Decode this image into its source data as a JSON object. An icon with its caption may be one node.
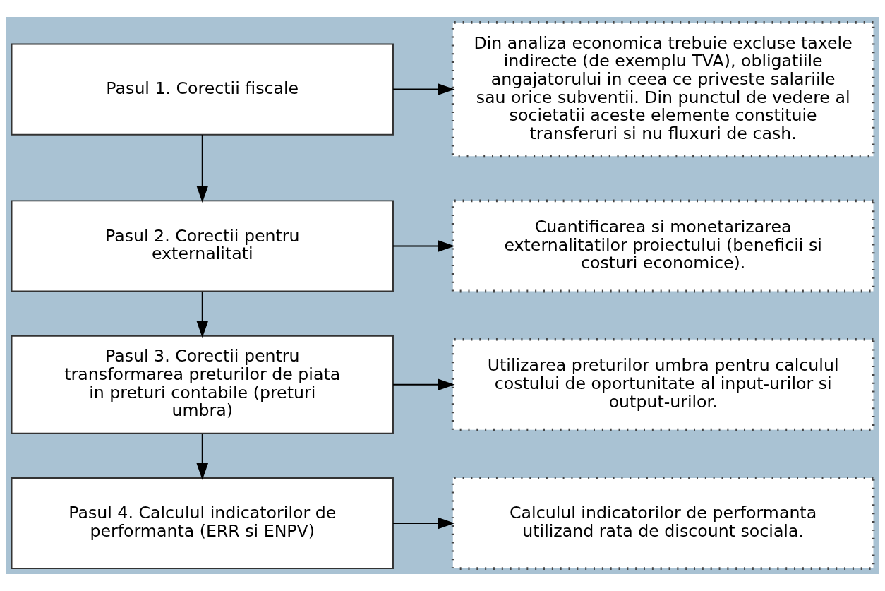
{
  "diagram": {
    "nodes": [
      {
        "text": [
          "Pasul 1. Corectii fiscale"
        ]
      },
      {
        "text": [
          "Din analiza economica trebuie excluse taxele indirecte (de exemplu TVA), obligatiile angajatorului in ceea ce priveste salariile sau orice subventii. Din punctul de vedere al societatii aceste elemente constituie transferuri si nu fluxuri de cash."
        ]
      },
      {
        "text": [
          "Pasul 2. Corectii pentru externalitati"
        ]
      },
      {
        "text": [
          "Cuantificarea si monetarizarea externalitatilor proiectului (beneficii si costuri economice)."
        ]
      },
      {
        "text": [
          "Pasul 3. Corectii pentru transformarea preturilor de piata in preturi contabile (preturi umbra)"
        ]
      },
      {
        "text": [
          "Utilizarea preturilor umbra pentru calculul costului de oportunitate al input-urilor si output-urilor."
        ]
      },
      {
        "text": [
          "Pasul 4. Calculul indicatorilor de performanta (ERR si ENPV)"
        ]
      },
      {
        "text": [
          "Calculul indicatorilor de performanta utilizand rata de discount sociala."
        ]
      }
    ],
    "edges": [
      {
        "from": 0,
        "to": 1,
        "arrow": "to"
      },
      {
        "from": 0,
        "to": 2,
        "arrow": "to"
      },
      {
        "from": 2,
        "to": 3,
        "arrow": "to"
      },
      {
        "from": 2,
        "to": 4,
        "arrow": "to"
      },
      {
        "from": 4,
        "to": 5,
        "arrow": "to"
      },
      {
        "from": 4,
        "to": 6,
        "arrow": "to"
      },
      {
        "from": 6,
        "to": 7,
        "arrow": "to"
      }
    ]
  }
}
